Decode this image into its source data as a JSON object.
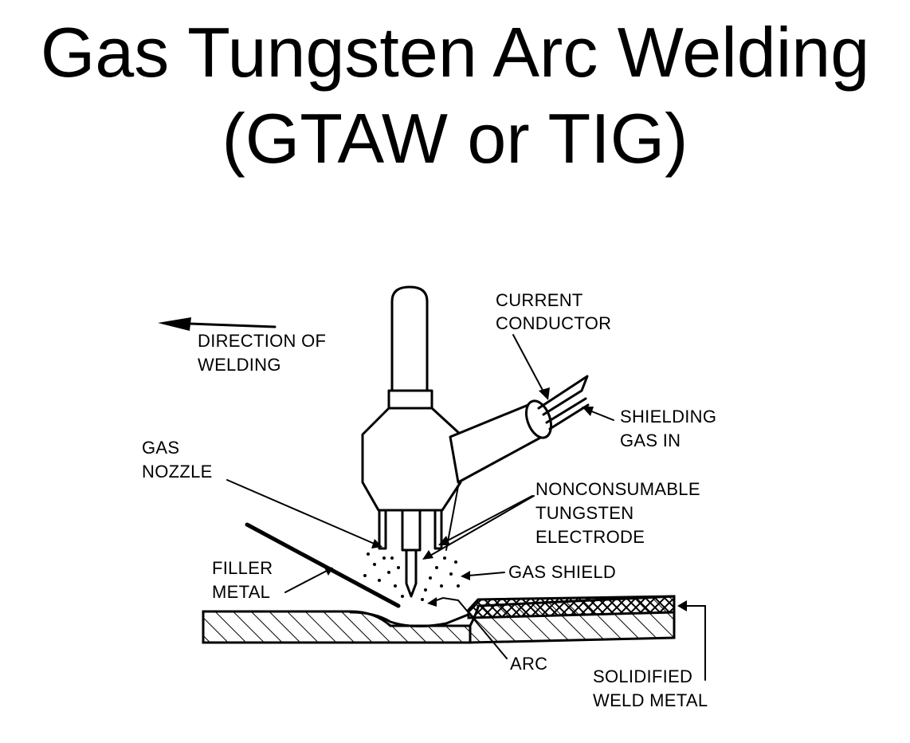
{
  "title": {
    "line1": "Gas Tungsten Arc Welding",
    "line2": "(GTAW or TIG)"
  },
  "labels": {
    "direction": [
      "DIRECTION OF",
      "WELDING"
    ],
    "current_conductor": [
      "CURRENT",
      "CONDUCTOR"
    ],
    "shielding_gas": [
      "SHIELDING",
      "GAS IN"
    ],
    "gas_nozzle": [
      "GAS",
      "NOZZLE"
    ],
    "electrode": [
      "NONCONSUMABLE",
      "TUNGSTEN",
      "ELECTRODE"
    ],
    "filler_metal": [
      "FILLER",
      "METAL"
    ],
    "gas_shield": "GAS SHIELD",
    "arc": "ARC",
    "weld_metal": [
      "SOLIDIFIED",
      "WELD METAL"
    ]
  }
}
